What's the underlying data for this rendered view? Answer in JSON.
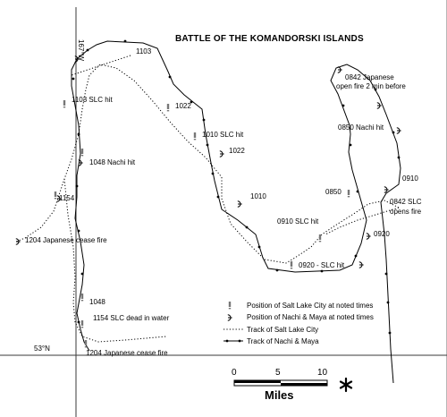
{
  "title": "BATTLE OF THE KOMANDORSKI ISLANDS",
  "grid": {
    "longitude_label": "167°W",
    "latitude_label": "53°N"
  },
  "colors": {
    "ink": "#000000",
    "grid": "#3a3a3a",
    "background": "#ffffff"
  },
  "time_labels": {
    "t1103": "1103",
    "t1103_slc_hit": "1103 SLC hit",
    "t1022a": "1022",
    "t1010_slc_hit": "1010 SLC hit",
    "t1022b": "1022",
    "t1048_nachi_hit": "1048 Nachi hit",
    "t1154a": "1154",
    "t1010": "1010",
    "t1204_japanese_cease_fire_a": "1204 Japanese cease fire",
    "t0910_slc_hit": "0910 SLC hit",
    "t0920_slc_hit": "0920 - SLC hit",
    "t1048": "1048",
    "t1154_slc_dead": "1154 SLC dead in water",
    "t1204_japanese_cease_fire_b": "1204 Japanese cease fire",
    "t0842_japanese_open_fire_l1": "0842 Japanese",
    "t0842_japanese_open_fire_l2": "open fire 2 min before",
    "t0850_nachi_hit": "0850 Nachi hit",
    "t0910": "0910",
    "t0850": "0850",
    "t0842_slc_opens_fire_l1": "0842 SLC",
    "t0842_slc_opens_fire_l2": "opens fire",
    "t0920": "0920"
  },
  "legend": {
    "items": [
      {
        "symbol": "salt-lake-city-position-icon",
        "label": "Position of Salt Lake City at noted times"
      },
      {
        "symbol": "nachi-maya-position-icon",
        "label": "Position of Nachi & Maya at noted times"
      },
      {
        "symbol": "salt-lake-city-track-line",
        "label": "Track of Salt Lake City"
      },
      {
        "symbol": "nachi-maya-track-line",
        "label": "Track of Nachi & Maya"
      }
    ]
  },
  "scale": {
    "ticks": [
      "0",
      "5",
      "10"
    ],
    "unit": "Miles"
  }
}
